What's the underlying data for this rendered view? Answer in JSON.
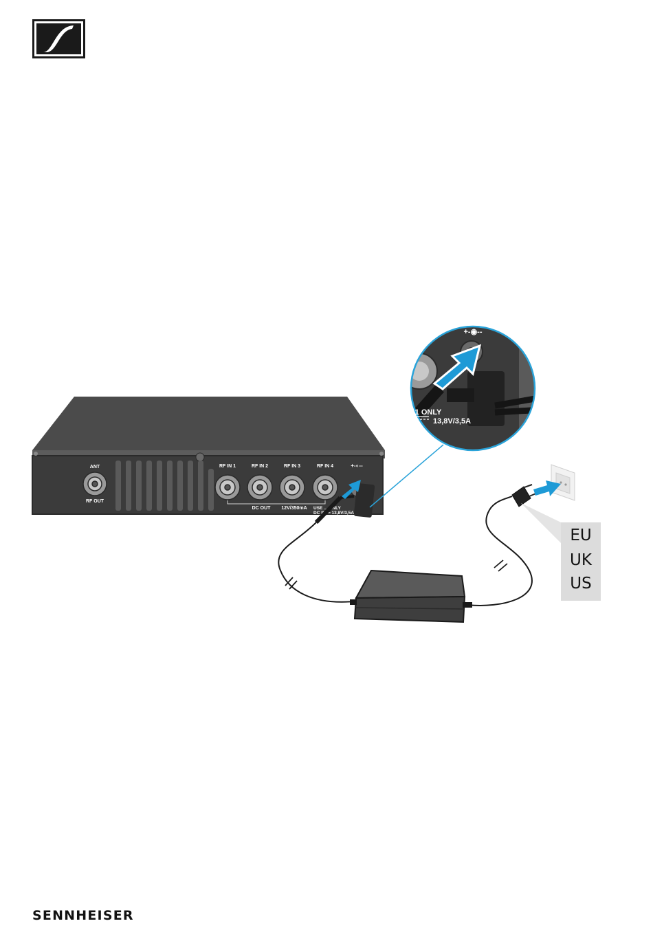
{
  "brand": {
    "name": "SENNHEISER"
  },
  "receiver_panel": {
    "ant": "ANT",
    "rf_out": "RF OUT",
    "rf_in_1": "RF IN 1",
    "rf_in_2": "RF IN 2",
    "rf_in_3": "RF IN 3",
    "rf_in_4": "RF IN 4",
    "dc_out": "DC OUT",
    "dc_out_rating": "12V/350mA",
    "power_polarity": "+-◐--",
    "use_only": "USE ... ONLY",
    "dc_in_rating": "DC IN ⎓ 13,8V/3,5A"
  },
  "zoom_inset": {
    "polarity": "+-◉--",
    "only_text": "-1 ONLY",
    "rating": "13,8V/3,5A"
  },
  "plug_regions": [
    "EU",
    "UK",
    "US"
  ],
  "colors": {
    "arrow": "#1e9ad6",
    "device_body": "#4a4a4a",
    "device_front": "#3a3a3a",
    "callout_line": "#2aa3d9"
  }
}
